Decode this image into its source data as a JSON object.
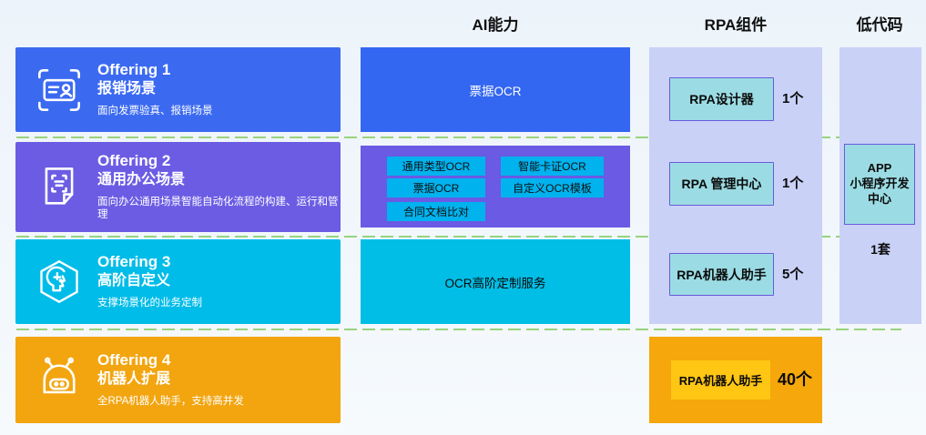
{
  "headers": {
    "ai": "AI能力",
    "rpa": "RPA组件",
    "lowcode": "低代码"
  },
  "offerings": [
    {
      "title": "Offering 1",
      "name": "报销场景",
      "desc": "面向发票验真、报销场景",
      "color": "#3B6AF1",
      "icon": "scan-id-card-icon"
    },
    {
      "title": "Offering 2",
      "name": "通用办公场景",
      "desc": "面向办公通用场景智能自动化流程的构建、运行和管理",
      "color": "#6C5CE4",
      "icon": "document-scan-icon"
    },
    {
      "title": "Offering 3",
      "name": "高阶自定义",
      "desc": "支撑场景化的业务定制",
      "color": "#00BCE8",
      "icon": "ai-head-icon"
    },
    {
      "title": "Offering 4",
      "name": "机器人扩展",
      "desc": "全RPA机器人助手，支持高并发",
      "color": "#F2A50F",
      "icon": "robot-icon"
    }
  ],
  "ai_column": {
    "row1_label": "票据OCR",
    "row2_chips": [
      "通用类型OCR",
      "智能卡证OCR",
      "票据OCR",
      "自定义OCR模板",
      "合同文档比对"
    ],
    "row3_label": "OCR高阶定制服务"
  },
  "rpa_column": {
    "items": [
      {
        "label": "RPA设计器",
        "count": "1个"
      },
      {
        "label": "RPA 管理中心",
        "count": "1个"
      },
      {
        "label": "RPA机器人助手",
        "count": "5个"
      }
    ],
    "expansion": {
      "label": "RPA机器人助手",
      "count": "40个"
    }
  },
  "lowcode_column": {
    "box_line1": "APP",
    "box_line2": "小程序开发",
    "box_line3": "中心",
    "count": "1套"
  },
  "colors": {
    "blue": "#3B6AF1",
    "purple": "#6C5CE4",
    "cyan": "#00BCE8",
    "orange": "#F2A50F",
    "chip_cyan": "#00B2EE",
    "panel_lavender": "#C9D1F7",
    "inner_box_teal": "#9BDCE4",
    "inner_box_border": "#6A5ADB",
    "expansion_yellow": "#FFC613",
    "dash_green": "#97D37F"
  }
}
